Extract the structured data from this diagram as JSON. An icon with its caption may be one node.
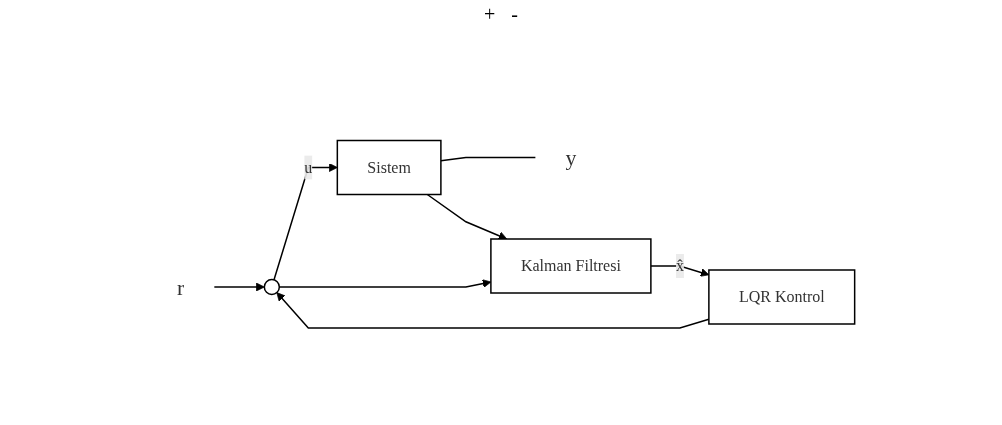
{
  "diagram": {
    "nodes": [
      {
        "text": [
          "r"
        ]
      },
      {
        "text": [],
        "shape": "circle"
      },
      {
        "text": [
          "Sistem"
        ]
      },
      {
        "text": [
          "y"
        ]
      },
      {
        "text": [
          "LQR Kontrol"
        ]
      },
      {
        "text": [
          "Kalman Filtresi"
        ]
      }
    ],
    "edges": [
      {
        "from": 0,
        "to": 1,
        "arrow": "to"
      },
      {
        "from": 1,
        "to": 2,
        "arrow": "to",
        "label": "u"
      },
      {
        "from": 2,
        "to": 3,
        "arrow": "none"
      },
      {
        "from": 1,
        "to": 5,
        "arrow": "to"
      },
      {
        "from": 2,
        "to": 5,
        "arrow": "to"
      },
      {
        "from": 5,
        "to": 4,
        "arrow": "to",
        "label": "x̂"
      },
      {
        "from": 4,
        "to": 1,
        "arrow": "to"
      }
    ],
    "labels": [
      "+",
      "-"
    ]
  }
}
